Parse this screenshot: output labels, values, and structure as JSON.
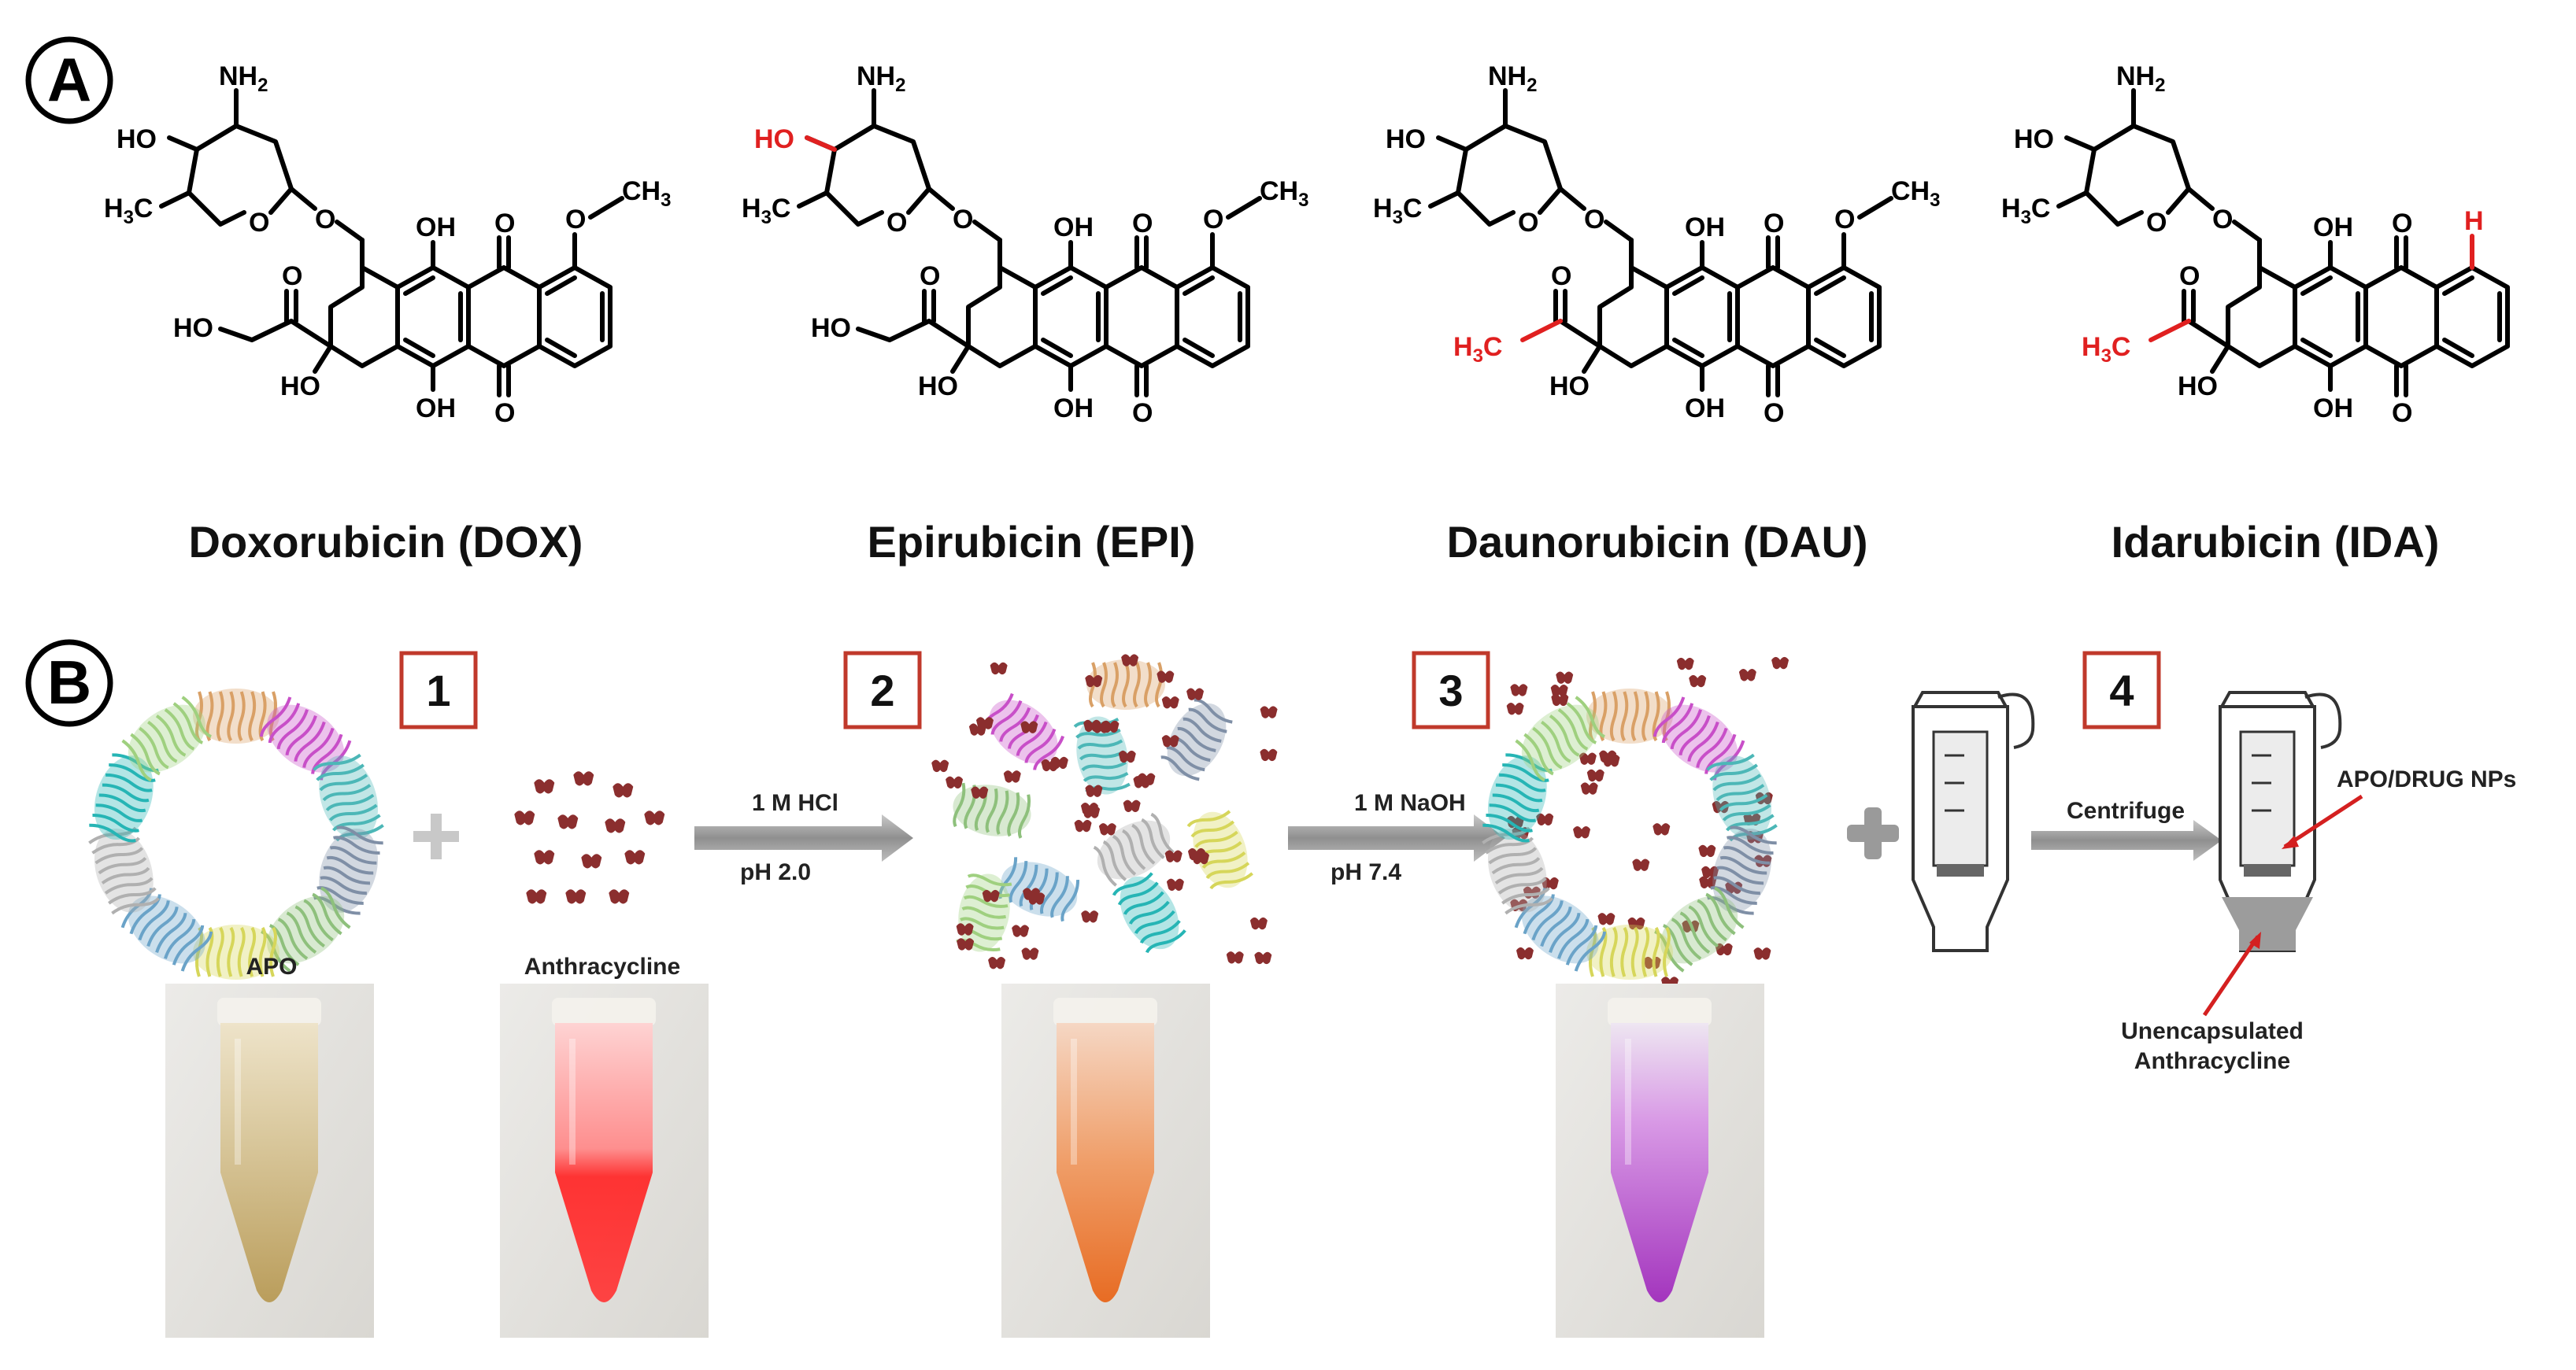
{
  "panels": {
    "a": {
      "letter": "A"
    },
    "b": {
      "letter": "B"
    }
  },
  "drugs": [
    {
      "name": "Doxorubicin (DOX)",
      "sugar_oh": "HO",
      "sugar_nh2": "NH",
      "sugar_nh2_sub": "2",
      "sugar_ch3": "H",
      "sugar_ch3_sub": "3",
      "sugar_ch3_tail": "C",
      "ring_o": "O",
      "oh_top": "OH",
      "oh_bottom": "OH",
      "oh_c9": "HO",
      "ketone_o_top": "O",
      "ketone_o_bot": "O",
      "side_chain": "HO",
      "side_chain_o": "O",
      "methoxy": "O",
      "methoxy_ch3": "CH",
      "methoxy_ch3_sub": "3",
      "glyc_o": "O"
    },
    {
      "name": "Epirubicin (EPI)",
      "sugar_oh": "HO",
      "sugar_nh2": "NH",
      "sugar_nh2_sub": "2",
      "sugar_ch3": "H",
      "sugar_ch3_sub": "3",
      "sugar_ch3_tail": "C",
      "ring_o": "O",
      "oh_top": "OH",
      "oh_bottom": "OH",
      "oh_c9": "HO",
      "ketone_o_top": "O",
      "ketone_o_bot": "O",
      "side_chain": "HO",
      "side_chain_o": "O",
      "methoxy": "O",
      "methoxy_ch3": "CH",
      "methoxy_ch3_sub": "3",
      "glyc_o": "O"
    },
    {
      "name": "Daunorubicin (DAU)",
      "sugar_oh": "HO",
      "sugar_nh2": "NH",
      "sugar_nh2_sub": "2",
      "sugar_ch3": "H",
      "sugar_ch3_sub": "3",
      "sugar_ch3_tail": "C",
      "ring_o": "O",
      "oh_top": "OH",
      "oh_bottom": "OH",
      "oh_c9": "HO",
      "ketone_o_top": "O",
      "ketone_o_bot": "O",
      "side_chain": "H",
      "side_chain_sub": "3",
      "side_chain_tail": "C",
      "side_chain_o": "O",
      "methoxy": "O",
      "methoxy_ch3": "CH",
      "methoxy_ch3_sub": "3",
      "glyc_o": "O"
    },
    {
      "name": "Idarubicin (IDA)",
      "sugar_oh": "HO",
      "sugar_nh2": "NH",
      "sugar_nh2_sub": "2",
      "sugar_ch3": "H",
      "sugar_ch3_sub": "3",
      "sugar_ch3_tail": "C",
      "ring_o": "O",
      "oh_top": "OH",
      "oh_bottom": "OH",
      "oh_c9": "HO",
      "ketone_o_top": "O",
      "ketone_o_bot": "O",
      "side_chain": "H",
      "side_chain_sub": "3",
      "side_chain_tail": "C",
      "side_chain_o": "O",
      "methoxy": "H",
      "glyc_o": "O"
    }
  ],
  "steps": [
    "1",
    "2",
    "3",
    "4"
  ],
  "labels": {
    "apo": "APO",
    "anthracycline": "Anthracycline",
    "acid_reagent": "1 M HCl",
    "acid_ph": "pH 2.0",
    "base_reagent": "1 M NaOH",
    "base_ph": "pH 7.4",
    "centrifuge": "Centrifuge",
    "nps": "APO/DRUG NPs",
    "unencap_1": "Unencapsulated",
    "unencap_2": "Anthracycline",
    "plus": "+"
  },
  "colors": {
    "highlight": "#e02020",
    "step_box": "#c0392b",
    "drug_particle": "#8b2e2e",
    "apo_tube": "#c9a96a",
    "drug_tube": "#ff2a2a",
    "acid_tube": "#ee6a1c",
    "base_tube": "#b03cc8"
  }
}
